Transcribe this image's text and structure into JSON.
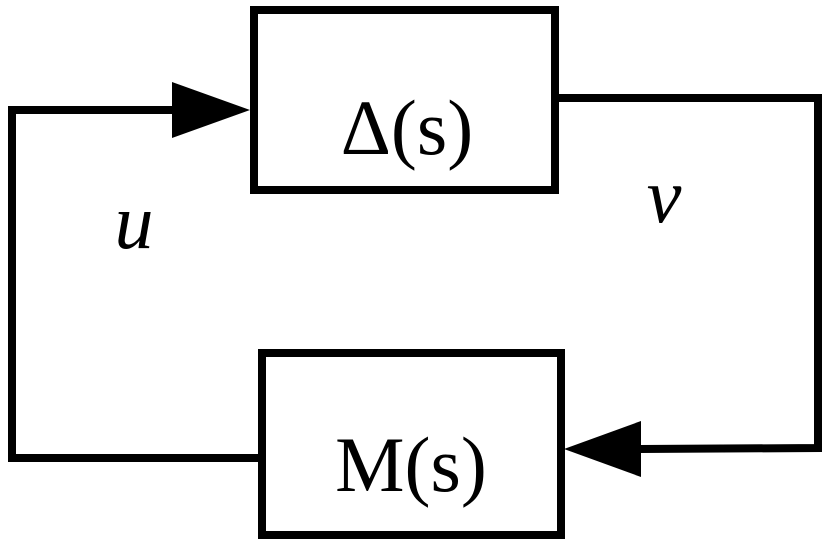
{
  "blocks": {
    "delta": {
      "label": "Δ(s)"
    },
    "m": {
      "label": "M(s)"
    }
  },
  "signals": {
    "u": {
      "label": "u"
    },
    "v": {
      "label": "v"
    }
  },
  "colors": {
    "stroke": "#000000",
    "background": "#ffffff"
  }
}
